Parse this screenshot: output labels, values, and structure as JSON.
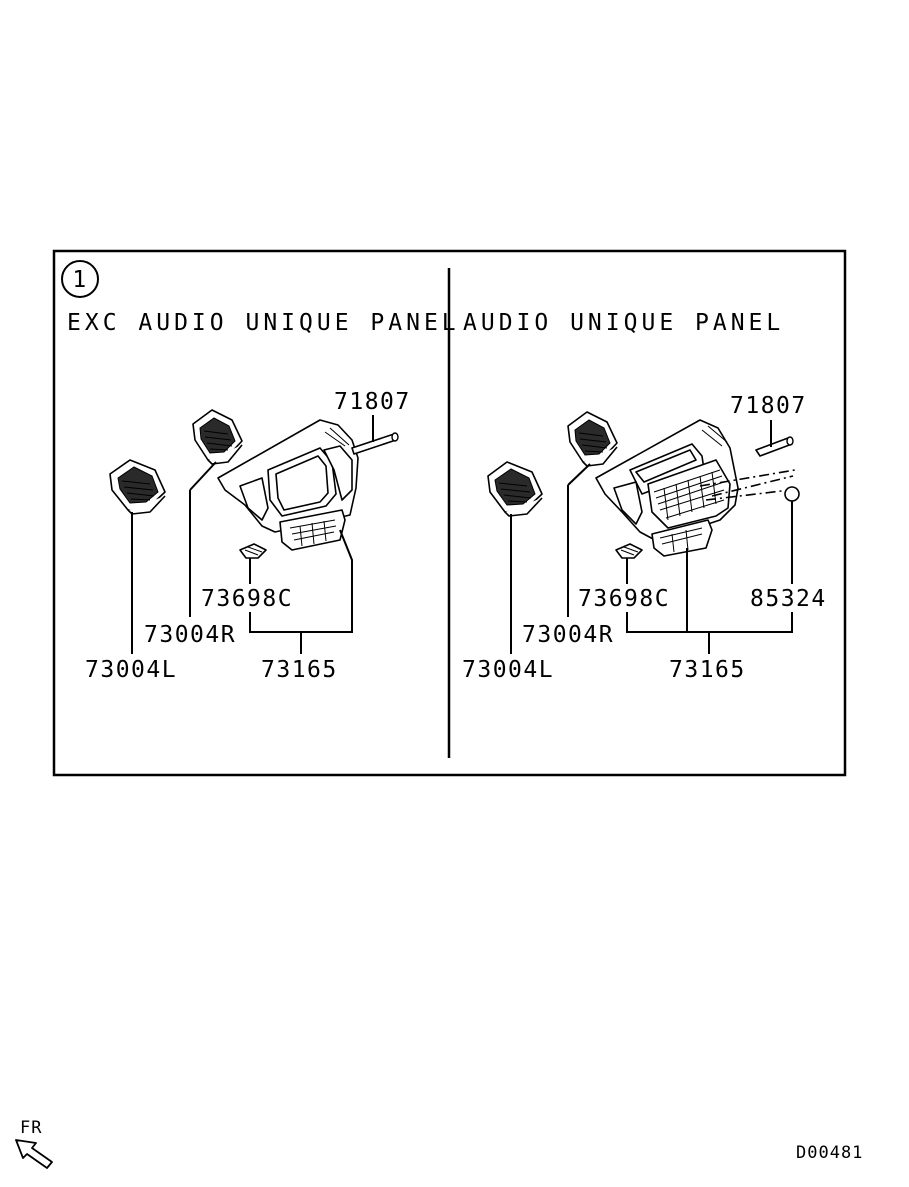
{
  "index_marker": "1",
  "left_panel": {
    "title": "EXC AUDIO UNIQUE PANEL",
    "labels": {
      "p71807": "71807",
      "p73698c": "73698C",
      "p73004r": "73004R",
      "p73004l": "73004L",
      "p73165": "73165"
    }
  },
  "right_panel": {
    "title": "AUDIO UNIQUE PANEL",
    "labels": {
      "p71807": "71807",
      "p73698c": "73698C",
      "p85324": "85324",
      "p73004r": "73004R",
      "p73004l": "73004L",
      "p73165": "73165"
    }
  },
  "direction_label": "FR",
  "diagram_code": "D00481"
}
